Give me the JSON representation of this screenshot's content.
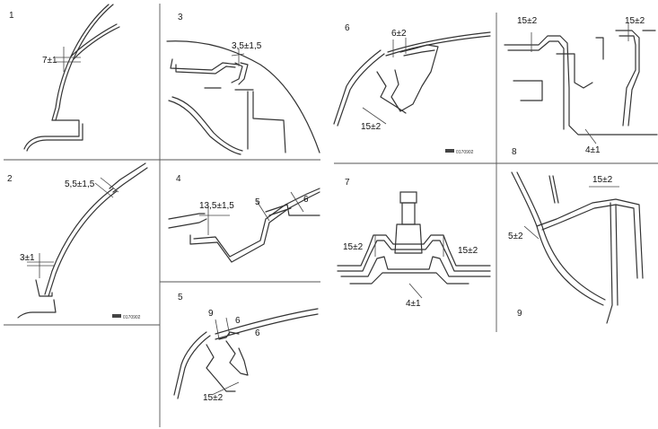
{
  "panels": [
    {
      "number": "1",
      "dims": [
        "7±1"
      ]
    },
    {
      "number": "2",
      "dims": [
        "5,5±1,5",
        "3±1"
      ],
      "code": "0170902"
    },
    {
      "number": "3",
      "dims": [
        "3,5±1,5"
      ]
    },
    {
      "number": "4",
      "dims": [
        "13,5±1,5",
        "5",
        "6"
      ]
    },
    {
      "number": "5",
      "dims": [
        "9",
        "6",
        "6",
        "15±2"
      ]
    },
    {
      "number": "6",
      "dims": [
        "6±2",
        "15±2"
      ],
      "code": "0170902"
    },
    {
      "number": "7",
      "dims": [
        "15±2",
        "15±2",
        "4±1"
      ]
    },
    {
      "number": "8",
      "dims": [
        "15±2",
        "15±2",
        "4±1"
      ]
    },
    {
      "number": "9",
      "dims": [
        "15±2",
        "5±2"
      ]
    }
  ]
}
